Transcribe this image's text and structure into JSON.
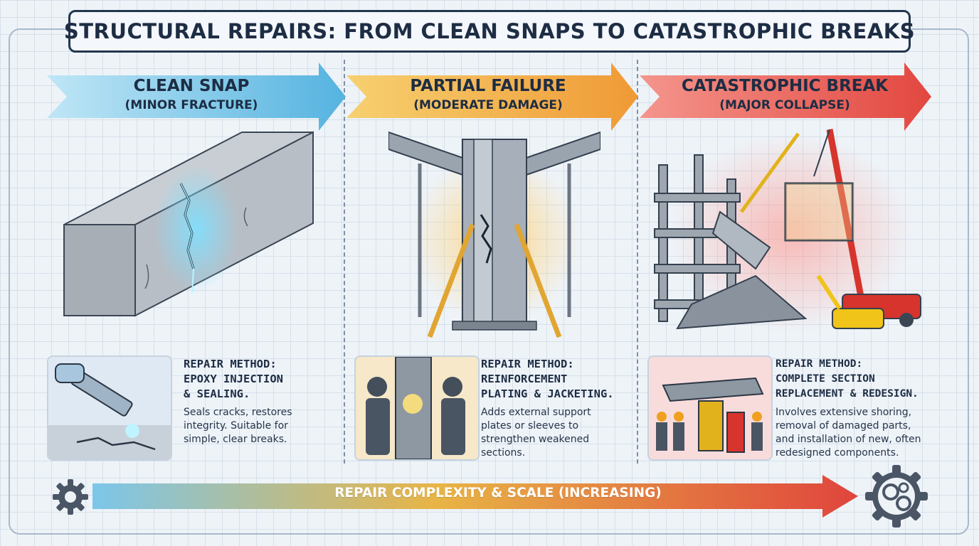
{
  "title": "STRUCTURAL REPAIRS: FROM CLEAN SNAPS TO CATASTROPHIC BREAKS",
  "colors": {
    "blue": "#6cc0e6",
    "orange": "#f2a43a",
    "red": "#e5534b",
    "ink": "#1d2d44"
  },
  "phases": [
    {
      "title": "CLEAN SNAP",
      "subtitle": "(MINOR FRACTURE)",
      "illustration": "cracked-concrete-beam",
      "method_heading": "REPAIR METHOD:\nEPOXY INJECTION\n& SEALING.",
      "method_desc": "Seals cracks, restores\nintegrity. Suitable for\nsimple, clear breaks.",
      "method_icon": "epoxy-injection-gun"
    },
    {
      "title": "PARTIAL FAILURE",
      "subtitle": "(MODERATE DAMAGE)",
      "illustration": "braced-steel-column",
      "method_heading": "REPAIR METHOD:\nREINFORCEMENT\nPLATING & JACKETING.",
      "method_desc": "Adds external support\nplates or sleeves to\nstrengthen weakened\nsections.",
      "method_icon": "welders-reinforcing"
    },
    {
      "title": "CATASTROPHIC BREAK",
      "subtitle": "(MAJOR COLLAPSE)",
      "illustration": "collapsed-building-with-crane",
      "method_heading": "REPAIR METHOD:\nCOMPLETE SECTION\nREPLACEMENT & REDESIGN.",
      "method_desc": "Involves extensive shoring,\nremoval of damaged parts,\nand installation of new, often\nredesigned components.",
      "method_icon": "beam-replacement-jacks"
    }
  ],
  "complexity_label": "REPAIR COMPLEXITY & SCALE (INCREASING)",
  "icons": [
    "gear-icon",
    "gear-cluster-icon"
  ]
}
